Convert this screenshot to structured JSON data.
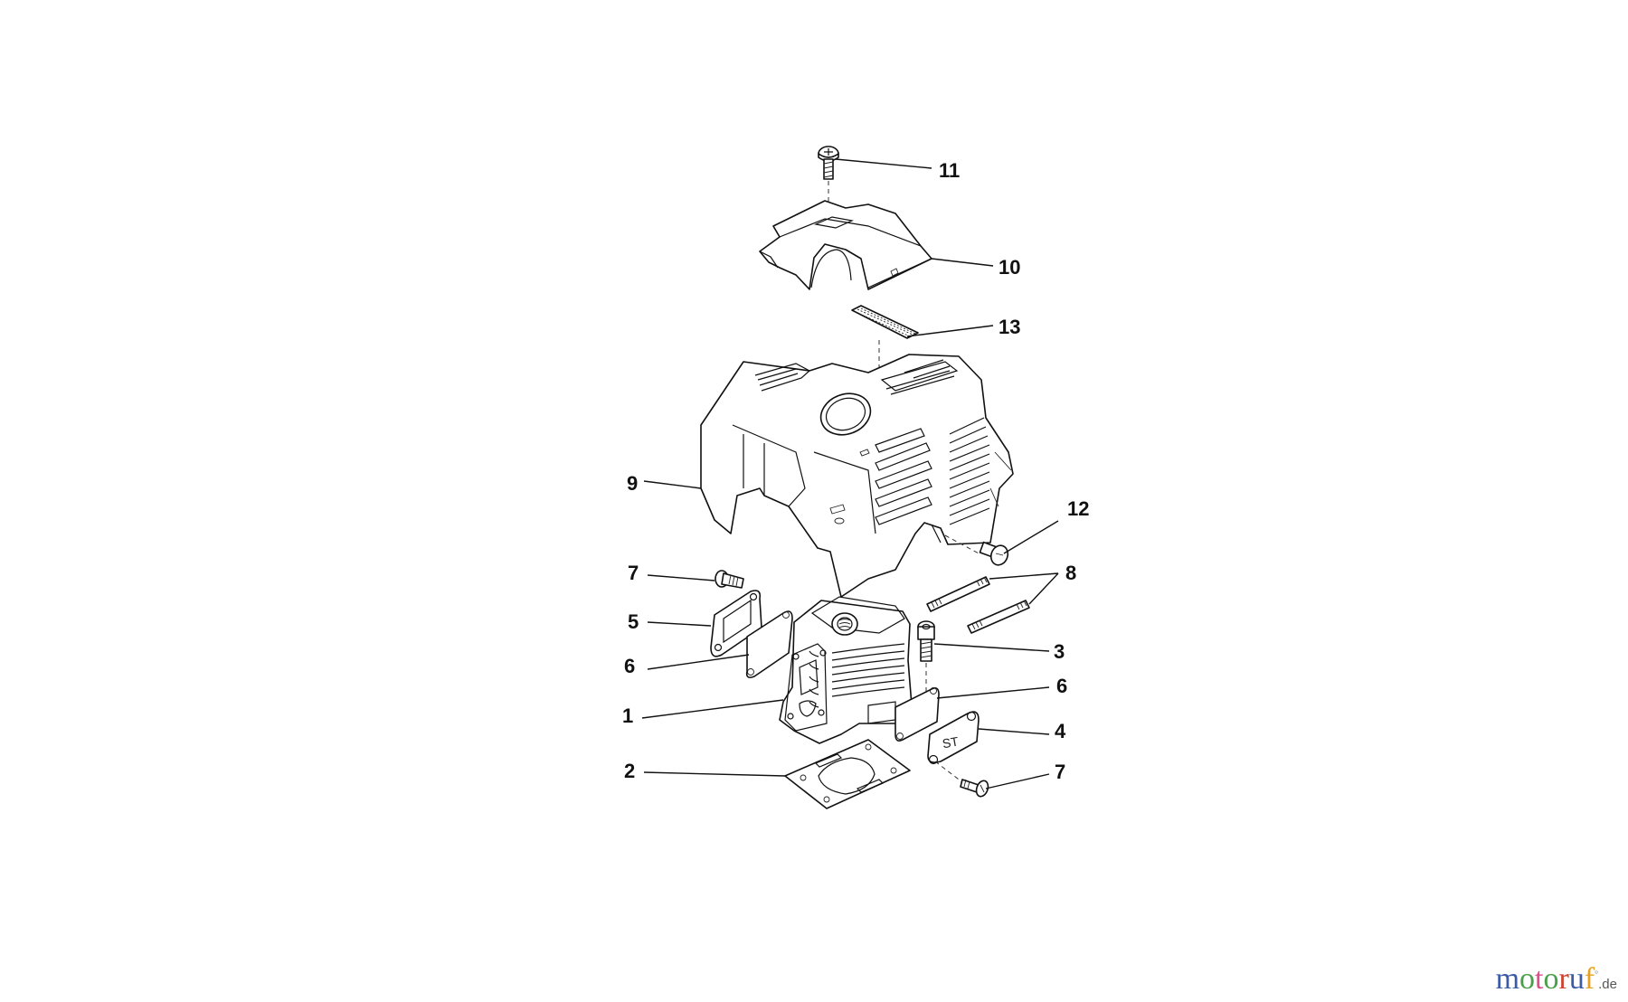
{
  "diagram": {
    "type": "exploded-parts-diagram",
    "subject": "engine cylinder and cover assembly",
    "callouts": [
      {
        "id": "c11",
        "label": "11",
        "part": "cover screw"
      },
      {
        "id": "c10",
        "label": "10",
        "part": "top cover"
      },
      {
        "id": "c13",
        "label": "13",
        "part": "label / decal"
      },
      {
        "id": "c9",
        "label": "9",
        "part": "engine shroud"
      },
      {
        "id": "c12",
        "label": "12",
        "part": "shroud bolt"
      },
      {
        "id": "c7a",
        "label": "7",
        "part": "screw"
      },
      {
        "id": "c8",
        "label": "8",
        "part": "stud bolts"
      },
      {
        "id": "c5",
        "label": "5",
        "part": "intake flange"
      },
      {
        "id": "c3",
        "label": "3",
        "part": "socket head bolt"
      },
      {
        "id": "c6a",
        "label": "6",
        "part": "gasket"
      },
      {
        "id": "c6b",
        "label": "6",
        "part": "gasket"
      },
      {
        "id": "c1",
        "label": "1",
        "part": "cylinder"
      },
      {
        "id": "c4",
        "label": "4",
        "part": "cover plate"
      },
      {
        "id": "c2",
        "label": "2",
        "part": "base gasket"
      },
      {
        "id": "c7b",
        "label": "7",
        "part": "screw"
      }
    ],
    "plate_marking": "ST"
  },
  "watermark": {
    "letters": [
      {
        "ch": "m",
        "color": "#3b5ba5"
      },
      {
        "ch": "o",
        "color": "#4aa04a"
      },
      {
        "ch": "t",
        "color": "#d9508a"
      },
      {
        "ch": "o",
        "color": "#4aa04a"
      },
      {
        "ch": "r",
        "color": "#d0402e"
      },
      {
        "ch": "u",
        "color": "#3b5ba5"
      },
      {
        "ch": "f",
        "color": "#e8a020"
      }
    ],
    "tld": ".de"
  }
}
